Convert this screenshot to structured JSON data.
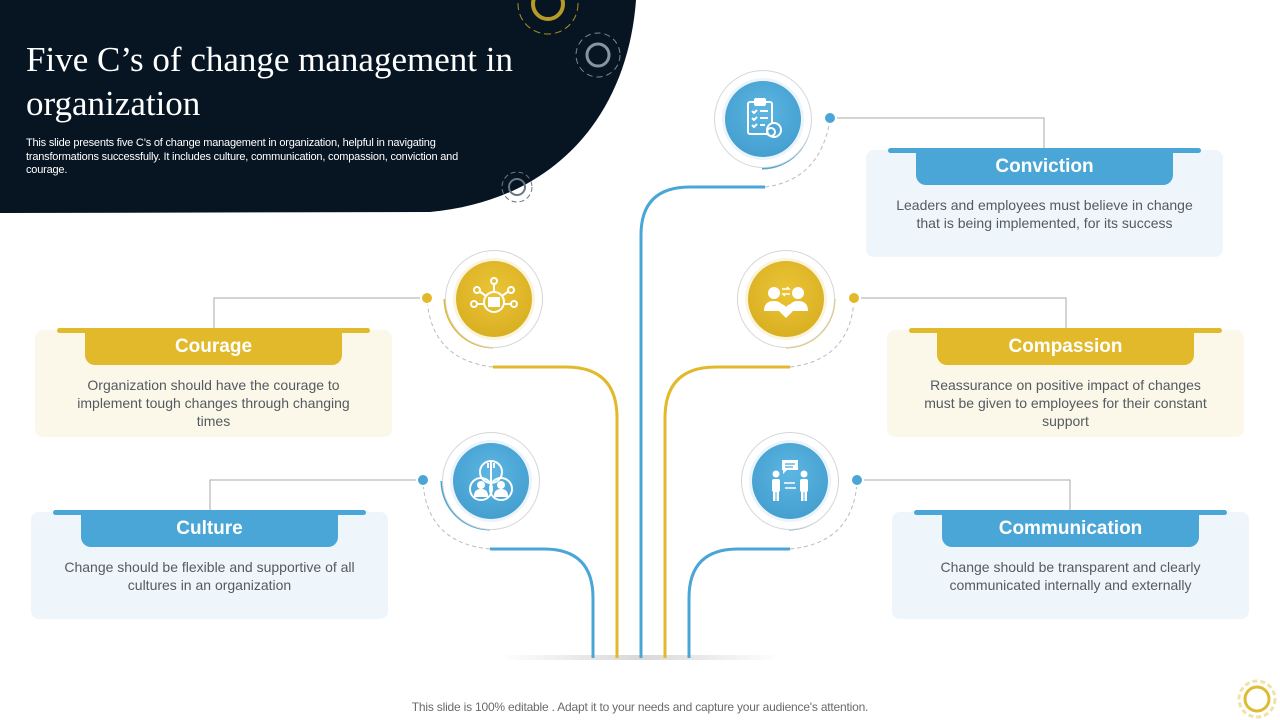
{
  "header": {
    "title": "Five C’s of change management in organization",
    "subtitle": "This slide presents five C’s of change management in organization, helpful in navigating transformations successfully. It includes culture, communication, compassion, conviction and courage."
  },
  "colors": {
    "header_bg": "#071522",
    "blue": "#4aa6d6",
    "gold": "#e2b92a",
    "blue_card_bg": "#eef5fb",
    "gold_card_bg": "#fbf8ea"
  },
  "items": {
    "conviction": {
      "label": "Conviction",
      "description": "Leaders and employees must believe in change that is being implemented, for its success",
      "icon": "clipboard-checklist-icon",
      "color": "blue"
    },
    "courage": {
      "label": "Courage",
      "description": "Organization should have the courage to implement tough changes through changing times",
      "icon": "fist-network-icon",
      "color": "gold"
    },
    "compassion": {
      "label": "Compassion",
      "description": "Reassurance on positive impact of changes must be given to employees for their constant support",
      "icon": "people-heart-icon",
      "color": "gold"
    },
    "culture": {
      "label": "Culture",
      "description": "Change should be flexible and supportive of all cultures in an organization",
      "icon": "diverse-group-hand-icon",
      "color": "blue"
    },
    "communication": {
      "label": "Communication",
      "description": "Change should be transparent and clearly communicated internally and externally",
      "icon": "people-chat-icon",
      "color": "blue"
    }
  },
  "footer": {
    "note": "This slide is 100% editable . Adapt it to your needs and capture your audience's attention."
  }
}
